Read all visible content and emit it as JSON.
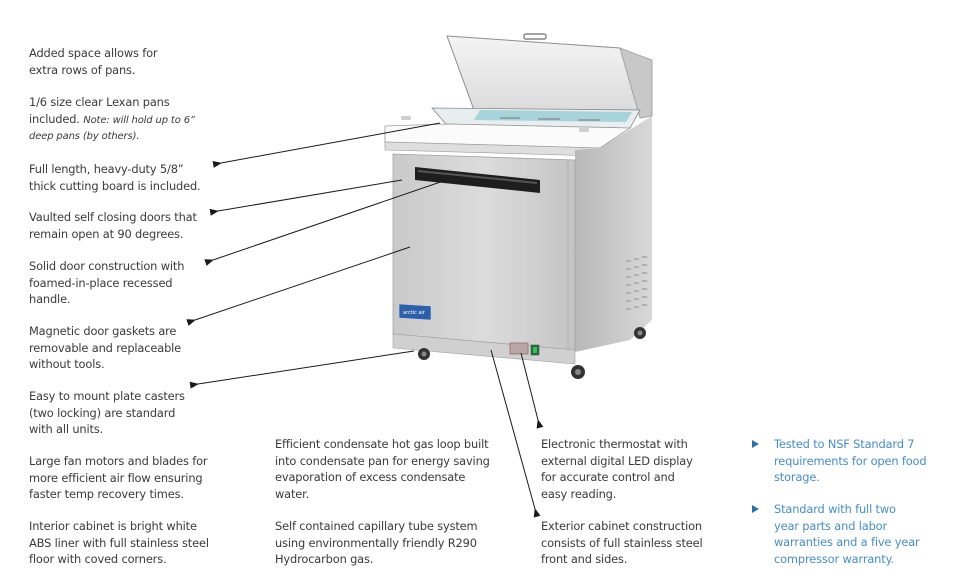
{
  "left_callouts": [
    {
      "lines": [
        "Added space allows for",
        "extra rows of pans."
      ]
    },
    {
      "lines": [
        "1/6 size clear Lexan pans"
      ],
      "line2_main": "included. ",
      "line2_note": "Note: will hold up to 6”",
      "line3_note": "deep pans (by others)."
    },
    {
      "lines": [
        "Full length, heavy-duty 5/8”",
        "thick cutting board is included."
      ]
    },
    {
      "lines": [
        "Vaulted self closing doors that",
        "remain open at 90 degrees."
      ]
    },
    {
      "lines": [
        "Solid door construction with",
        "foamed-in-place recessed",
        "handle."
      ]
    },
    {
      "lines": [
        "Magnetic door gaskets are",
        "removable and replaceable",
        "without tools."
      ]
    },
    {
      "lines": [
        "Easy to mount plate casters",
        "(two locking) are standard",
        "with all units."
      ]
    },
    {
      "lines": [
        "Large fan motors and blades for",
        "more efficient air flow ensuring",
        "faster temp recovery times."
      ]
    },
    {
      "lines": [
        "Interior cabinet is bright white",
        "ABS liner with full stainless steel",
        "floor with coved corners."
      ]
    }
  ],
  "bottom_callouts": [
    {
      "lines": [
        "Efficient condensate hot gas loop built",
        "into condensate pan for energy saving",
        "evaporation of excess condensate",
        "water."
      ]
    },
    {
      "lines": [
        "Self contained capillary tube system",
        "using environmentally friendly R290",
        "Hydrocarbon gas."
      ]
    },
    {
      "lines": [
        "Electronic thermostat with",
        "external digital LED display",
        "for accurate control and",
        "easy reading."
      ]
    },
    {
      "lines": [
        "Exterior cabinet construction",
        "consists of full stainless steel",
        "front and sides."
      ]
    }
  ],
  "highlights": [
    {
      "icon": "triangle-bullet-icon",
      "lines": [
        "Tested to NSF Standard 7",
        "requirements for open food",
        "storage."
      ]
    },
    {
      "icon": "triangle-bullet-icon",
      "lines": [
        "Standard with full two",
        "year parts and labor",
        "warranties and a five year",
        "compressor warranty."
      ]
    }
  ],
  "product": {
    "badge_text": "arctic air"
  },
  "colors": {
    "body_text": "#3a3a3a",
    "highlight_text": "#4a8cc2",
    "bullet": "#2f6fa8",
    "badge": "#2d5fa8",
    "steel_light": "#d6d6d6",
    "steel_dark": "#a9a9a9"
  }
}
